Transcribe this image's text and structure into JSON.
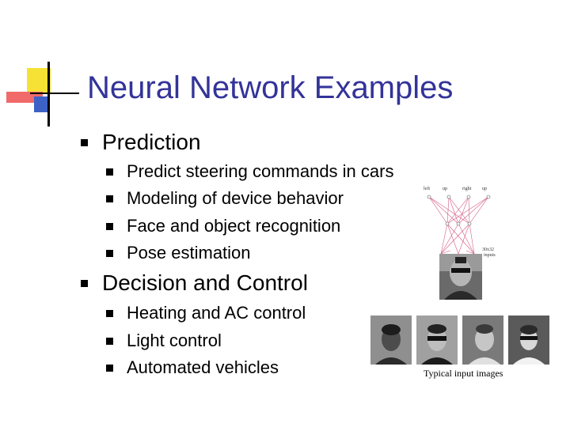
{
  "slide": {
    "title": "Neural Network Examples",
    "sections": [
      {
        "heading": "Prediction",
        "items": [
          "Predict steering commands in cars",
          "Modeling of device behavior",
          "Face and object recognition",
          "Pose estimation"
        ]
      },
      {
        "heading": "Decision and Control",
        "items": [
          "Heating and AC control",
          "Light control",
          "Automated vehicles"
        ]
      }
    ]
  },
  "figure": {
    "output_labels": [
      "left",
      "up",
      "right",
      "up"
    ],
    "input_label_line1": "30x32",
    "input_label_line2": "inputs",
    "caption": "Typical input images"
  },
  "colors": {
    "title": "#333399",
    "logo_yellow": "#f6e135",
    "logo_red": "#f06a6a",
    "logo_blue": "#3d62c7",
    "net_lines": "#cc3366"
  }
}
